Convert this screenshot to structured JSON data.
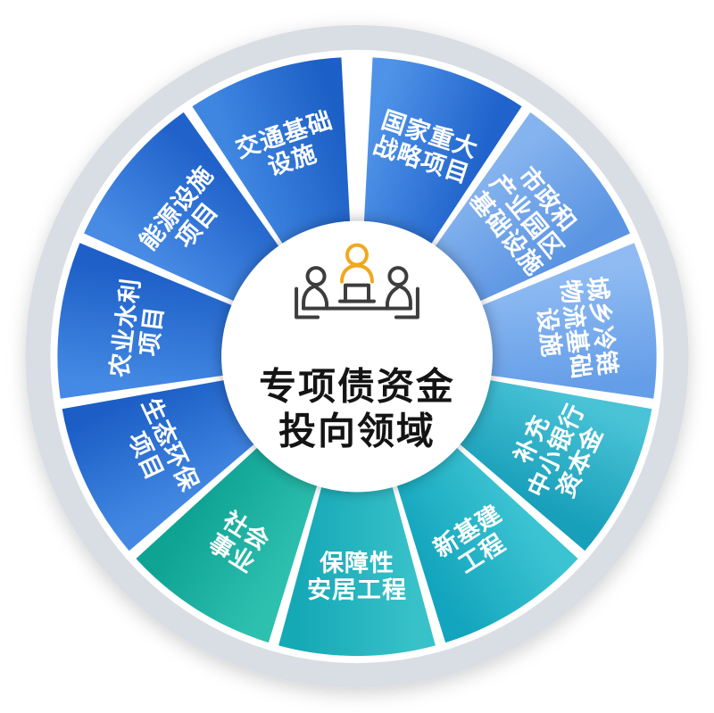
{
  "page": {
    "background": "#ffffff"
  },
  "ring": {
    "color": "#d9dee4"
  },
  "center": {
    "lines": [
      "专项债资金",
      "投向领域"
    ],
    "icon": "meeting-people-icon",
    "icon_accent": "#f2a71d",
    "icon_stroke": "#3d3d3d",
    "text_color": "#141414"
  },
  "chart_data": {
    "type": "pie",
    "title": "专项债资金投向领域",
    "legend_position": "none",
    "label_color": "#ffffff",
    "segments": [
      {
        "label": "国家重大战略项目",
        "lines": [
          "国家重大",
          "战略项目"
        ],
        "color_start": "#4f93e8",
        "color_end": "#2063cc"
      },
      {
        "label": "市政和产业园区基础设施",
        "lines": [
          "市政和",
          "产业园区",
          "基础设施"
        ],
        "color_start": "#85b3ee",
        "color_end": "#5a94e2"
      },
      {
        "label": "城乡冷链物流基础设施",
        "lines": [
          "城乡冷链",
          "物流基础",
          "设施"
        ],
        "color_start": "#8fbbf2",
        "color_end": "#659ee8"
      },
      {
        "label": "补充中小银行资本金",
        "lines": [
          "补充",
          "中小银行",
          "资本金"
        ],
        "color_start": "#4ac3d6",
        "color_end": "#189fba"
      },
      {
        "label": "新基建工程",
        "lines": [
          "新基建",
          "工程"
        ],
        "color_start": "#3cc3d2",
        "color_end": "#12a5bd"
      },
      {
        "label": "保障性安居工程",
        "lines": [
          "保障性",
          "安居工程"
        ],
        "color_start": "#38c1c9",
        "color_end": "#15a9b6"
      },
      {
        "label": "社会事业",
        "lines": [
          "社会",
          "事业"
        ],
        "color_start": "#2ec0af",
        "color_end": "#0fa394"
      },
      {
        "label": "生态环保项目",
        "lines": [
          "生态环保",
          "项目"
        ],
        "color_start": "#4288e2",
        "color_end": "#1c5ec6"
      },
      {
        "label": "农业水利项目",
        "lines": [
          "农业水利",
          "项目"
        ],
        "color_start": "#4489e3",
        "color_end": "#1e60c8"
      },
      {
        "label": "能源设施项目",
        "lines": [
          "能源设施",
          "项目"
        ],
        "color_start": "#478be4",
        "color_end": "#2062ca"
      },
      {
        "label": "交通基础设施",
        "lines": [
          "交通基础",
          "设施"
        ],
        "color_start": "#3f86e1",
        "color_end": "#1c5fc6"
      }
    ]
  }
}
